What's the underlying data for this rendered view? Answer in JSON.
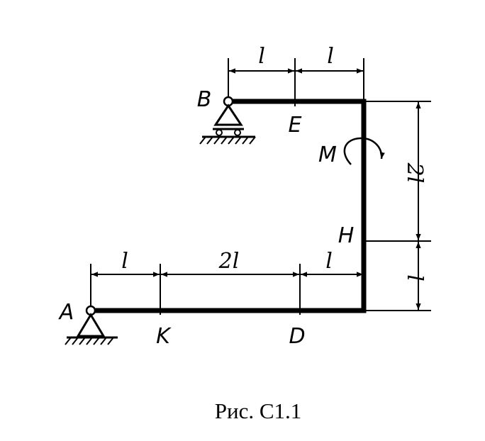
{
  "points": {
    "A": "A",
    "B": "B",
    "E": "E",
    "M": "M",
    "H": "H",
    "K": "K",
    "D": "D"
  },
  "dims": {
    "top_1": "l",
    "top_2": "l",
    "bottom_1": "l",
    "bottom_2": "2l",
    "bottom_3": "l",
    "right_upper": "2l",
    "right_lower": "l"
  },
  "caption": "Рис. С1.1"
}
